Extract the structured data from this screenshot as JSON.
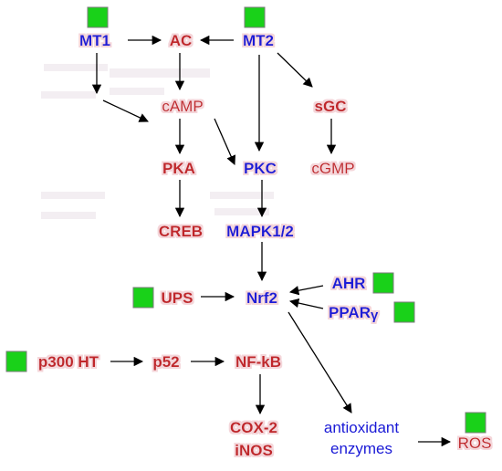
{
  "colors": {
    "blue": "#1a1ad6",
    "red": "#c0282c",
    "halo": "#f4d6da",
    "marker": "#19d119",
    "marker_stroke": "#7a7a7a",
    "arrow": "#000000"
  },
  "nodes": {
    "mt1": "MT1",
    "ac": "AC",
    "mt2": "MT2",
    "camp": "cAMP",
    "sgc": "sGC",
    "pka": "PKA",
    "pkc": "PKC",
    "cgmp": "cGMP",
    "creb": "CREB",
    "mapk": "MAPK1/2",
    "ahr": "AHR",
    "ups": "UPS",
    "nrf2": "Nrf2",
    "ppar": "PPAR",
    "ppar_sub": "γ",
    "p300": "p300 HT",
    "p52": "p52",
    "nfkb": "NF-kB",
    "cox2": "COX-2",
    "inos": "iNOS",
    "antiox_1": "antioxidant",
    "antiox_2": "enzymes",
    "ros": "ROS"
  }
}
